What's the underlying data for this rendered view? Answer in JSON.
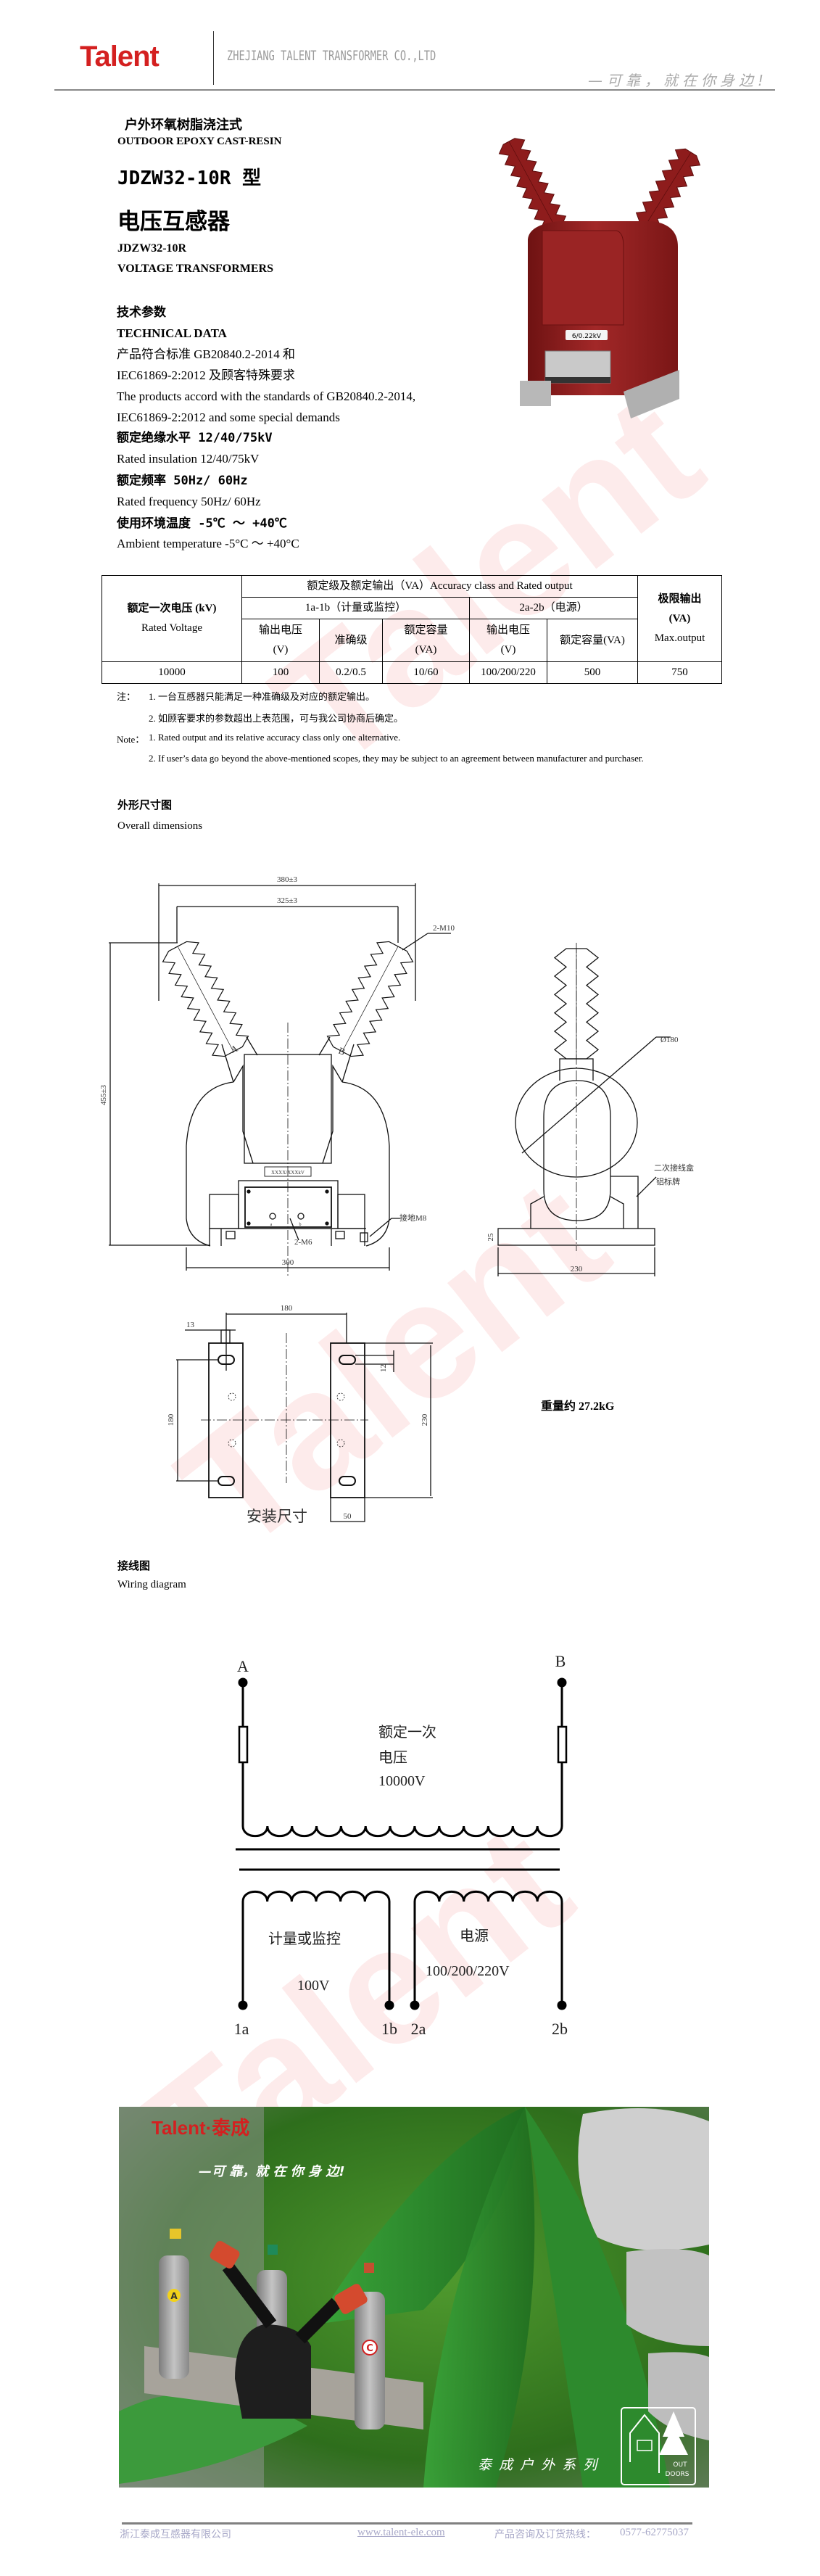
{
  "header": {
    "logo": "Talent",
    "company": "ZHEJIANG TALENT TRANSFORMER CO.,LTD",
    "slogan": "—可靠，就在你身边!"
  },
  "title": {
    "type_cn": "户外环氧树脂浇注式",
    "type_en": "OUTDOOR EPOXY CAST-RESIN",
    "model_cn": "JDZW32-10R 型",
    "name_cn": "电压互感器",
    "model": "JDZW32-10R",
    "name_en": "VOLTAGE TRANSFORMERS"
  },
  "product_photo": {
    "nameplate": "6/0.22kV"
  },
  "tech": {
    "heading_cn": "技术参数",
    "heading_en": "TECHNICAL DATA",
    "lines": [
      "产品符合标准 GB20840.2-2014 和",
      "IEC61869-2:2012 及顾客特殊要求",
      "The products accord with the standards of GB20840.2-2014,",
      "IEC61869-2:2012 and some special demands",
      "额定绝缘水平 12/40/75kV",
      "Rated insulation   12/40/75kV",
      "额定频率 50Hz/ 60Hz",
      "Rated frequency   50Hz/ 60Hz",
      "使用环境温度 -5℃ ～ +40℃",
      "Ambient temperature   -5°C ～ +40°C"
    ]
  },
  "table": {
    "rated_voltage_cn": "额定一次电压 (kV)",
    "rated_voltage_en": "Rated Voltage",
    "accuracy_header": "额定级及额定输出（VA）Accuracy class and Rated output",
    "group1": "1a-1b（计量或监控）",
    "group2": "2a-2b（电源）",
    "max_cn": "极限输出",
    "max_unit": "(VA)",
    "max_en": "Max.output",
    "sub": {
      "out_voltage": "输出电压",
      "unit_v": "(V)",
      "accuracy": "准确级",
      "rated_capacity": "额定容量",
      "unit_va": "(VA)",
      "out_voltage2": "输出电压",
      "unit_v2": "(V)",
      "rated_capacity_va": "额定容量(VA)"
    },
    "row": [
      "10000",
      "100",
      "0.2/0.5",
      "10/60",
      "100/200/220",
      "500",
      "750"
    ]
  },
  "notes": {
    "label_cn": "注：",
    "cn": [
      "1. 一台互感器只能满足一种准确级及对应的额定输出。",
      "2. 如顾客要求的参数超出上表范围，可与我公司协商后确定。"
    ],
    "label_en": "Note：",
    "en": [
      "1. Rated output and its relative accuracy class only one alternative.",
      "2. If user’s data go beyond the above-mentioned scopes, they may be subject to an agreement between manufacturer and purchaser."
    ]
  },
  "dimensions": {
    "heading_cn": "外形尺寸图",
    "heading_en": "Overall dimensions",
    "front": {
      "w_outer": "380±3",
      "w_inner": "325±3",
      "bolt": "2-M10",
      "height": "455±3",
      "a": "A",
      "b": "B",
      "nameplate": "XXXX/XXXkV",
      "ground": "接地M8",
      "screw": "2-M6",
      "base": "300",
      "ta": "a",
      "tb": "b"
    },
    "side": {
      "dia": "Ø180",
      "box": "二次接线盒",
      "plate": "铝标牌",
      "base_h": "25",
      "base_w": "230"
    },
    "mount": {
      "span": "180",
      "slot_w": "13",
      "slot_h": "12",
      "pitch": "180",
      "length": "230",
      "width": "50",
      "label": "安装尺寸"
    },
    "weight": "重量约 27.2kG"
  },
  "wiring": {
    "heading_cn": "接线图",
    "heading_en": "Wiring diagram",
    "A": "A",
    "B": "B",
    "primary_1": "额定一次",
    "primary_2": "电压",
    "primary_v": "10000V",
    "sec1": "计量或监控",
    "sec1_v": "100V",
    "sec2": "电源",
    "sec2_v": "100/200/220V",
    "t1a": "1a",
    "t1b": "1b",
    "t2a": "2a",
    "t2b": "2b"
  },
  "banner": {
    "brand": "Talent·泰成",
    "slogan": "—可 靠，就 在 你 身 边!",
    "series": "泰 成 户 外 系 列",
    "badge_1": "OUT",
    "badge_2": "DOORS",
    "phase_a": "A",
    "phase_c": "C"
  },
  "footer": {
    "company": "浙江泰成互感器有限公司",
    "url": "www.talent-ele.com",
    "hotline_label": "产品咨询及订货热线：",
    "hotline": "0577-62775037"
  },
  "colors": {
    "brand_red": "#d42020",
    "body_red": "#8e1c1c",
    "footer_text": "#a8a8c8"
  }
}
